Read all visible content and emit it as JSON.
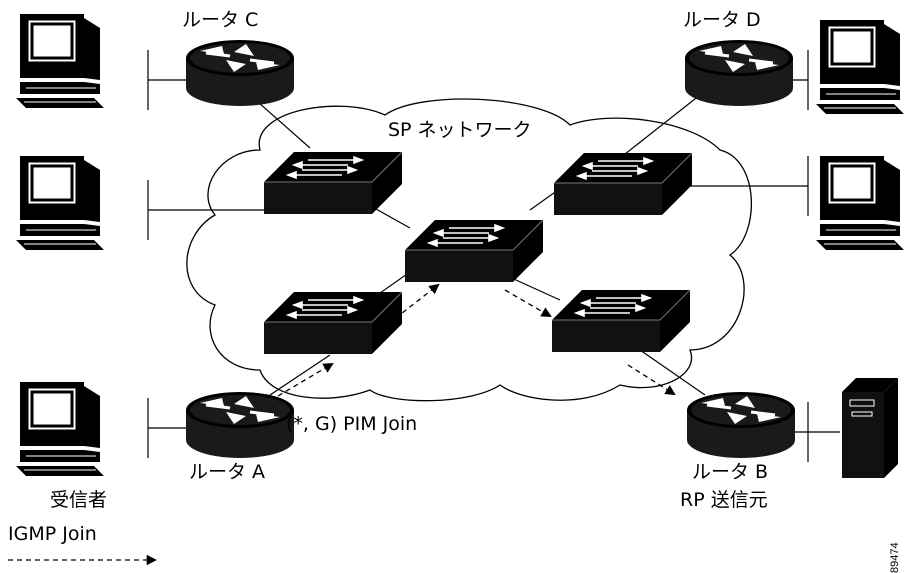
{
  "network": {
    "cloud_label": "SP ネットワーク"
  },
  "routers": {
    "a": "ルータ A",
    "b": "ルータ B",
    "c": "ルータ C",
    "d": "ルータ D"
  },
  "labels": {
    "receiver": "受信者",
    "rp_source": "RP 送信元",
    "pim_join": "(*, G) PIM Join",
    "igmp_join": "IGMP Join",
    "figure_id": "89474"
  }
}
